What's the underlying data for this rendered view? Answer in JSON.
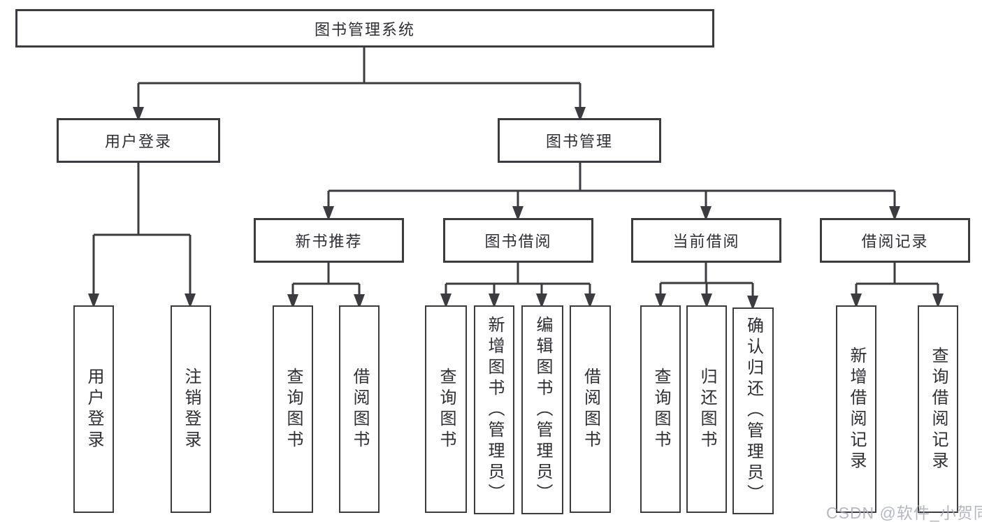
{
  "colors": {
    "stroke": "#3b3b40",
    "node_text": "#2e2e33",
    "background": "#ffffff",
    "watermark_text_color": "#a8acb4"
  },
  "tree": {
    "root": {
      "label": "图书管理系统"
    },
    "level2": [
      {
        "label": "用户登录"
      },
      {
        "label": "图书管理"
      }
    ],
    "level3": [
      {
        "label": "新书推荐"
      },
      {
        "label": "图书借阅"
      },
      {
        "label": "当前借阅"
      },
      {
        "label": "借阅记录"
      }
    ],
    "leaves": {
      "login": [
        {
          "label": "用户登录"
        },
        {
          "label": "注销登录"
        }
      ],
      "recommend": [
        {
          "label": "查询图书"
        },
        {
          "label": "借阅图书"
        }
      ],
      "borrow": [
        {
          "label": "查询图书"
        },
        {
          "label": "新增图书（管理员）"
        },
        {
          "label": "编辑图书（管理员）"
        },
        {
          "label": "借阅图书"
        }
      ],
      "current": [
        {
          "label": "查询图书"
        },
        {
          "label": "归还图书"
        },
        {
          "label": "确认归还（管理员）"
        }
      ],
      "records": [
        {
          "label": "新增借阅记录"
        },
        {
          "label": "查询借阅记录"
        }
      ]
    }
  },
  "watermark": {
    "text": "CSDN @软件_小贺同学"
  }
}
